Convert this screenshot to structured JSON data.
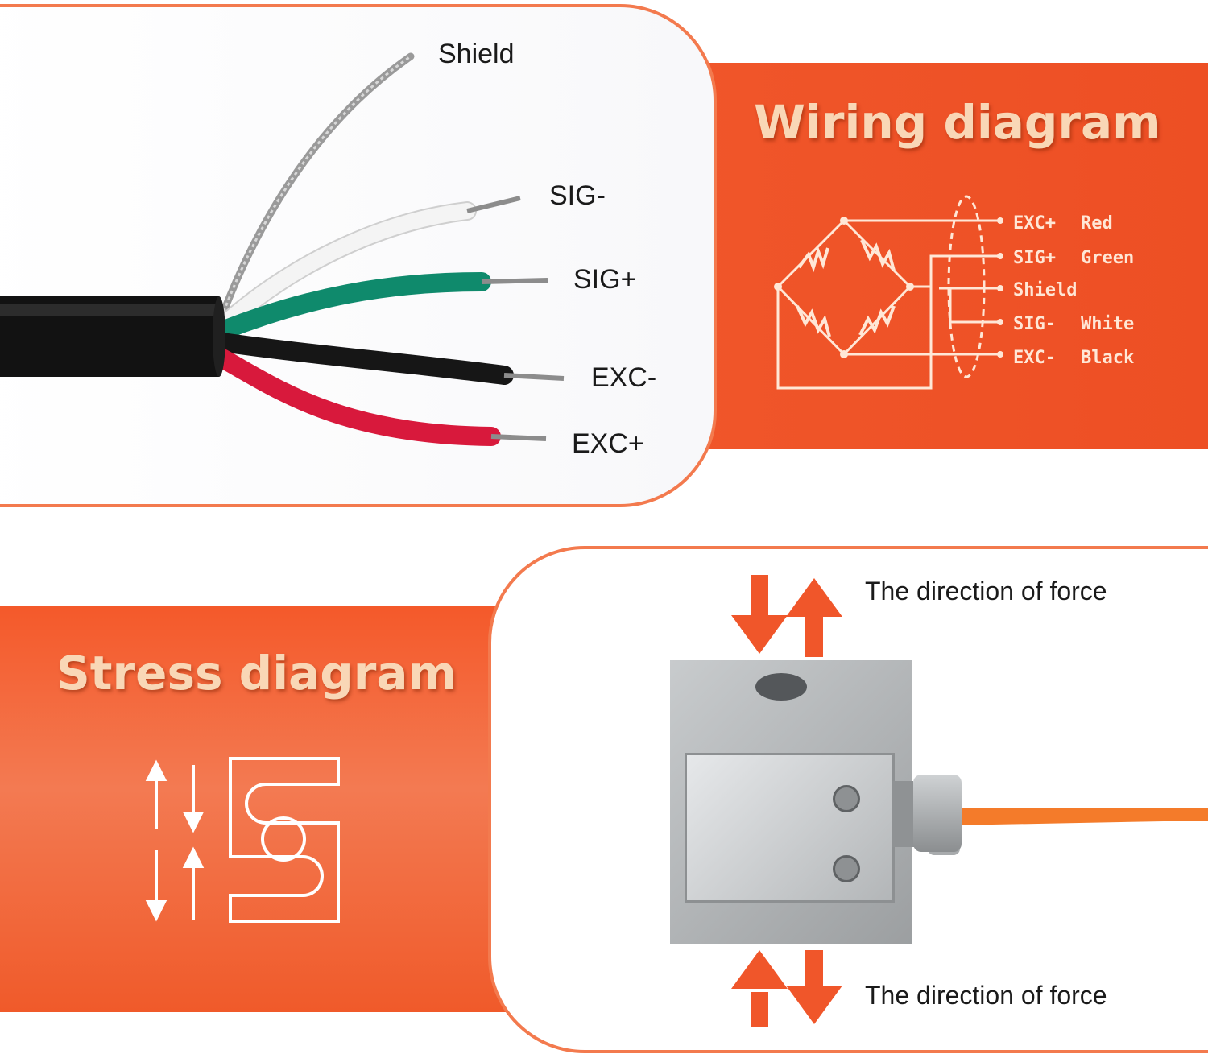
{
  "wiring_section": {
    "title": "Wiring diagram",
    "wire_labels": {
      "shield": "Shield",
      "sig_minus": "SIG-",
      "sig_plus": "SIG+",
      "exc_minus": "EXC-",
      "exc_plus": "EXC+"
    },
    "legend": [
      {
        "terminal": "EXC+",
        "color_name": "Red"
      },
      {
        "terminal": "SIG+",
        "color_name": "Green"
      },
      {
        "terminal": "Shield",
        "color_name": ""
      },
      {
        "terminal": "SIG-",
        "color_name": "White"
      },
      {
        "terminal": "EXC-",
        "color_name": "Black"
      }
    ]
  },
  "stress_section": {
    "title": "Stress diagram",
    "force_label_top": "The direction of force",
    "force_label_bottom": "The direction of force"
  },
  "colors": {
    "accent_orange": "#f05a2a",
    "title_text": "#f9d7b6",
    "wire_red": "#d8193c",
    "wire_green": "#0f8a6c",
    "wire_black": "#161616",
    "wire_white": "#f4f4f4",
    "cable_orange": "#f47b2a"
  }
}
